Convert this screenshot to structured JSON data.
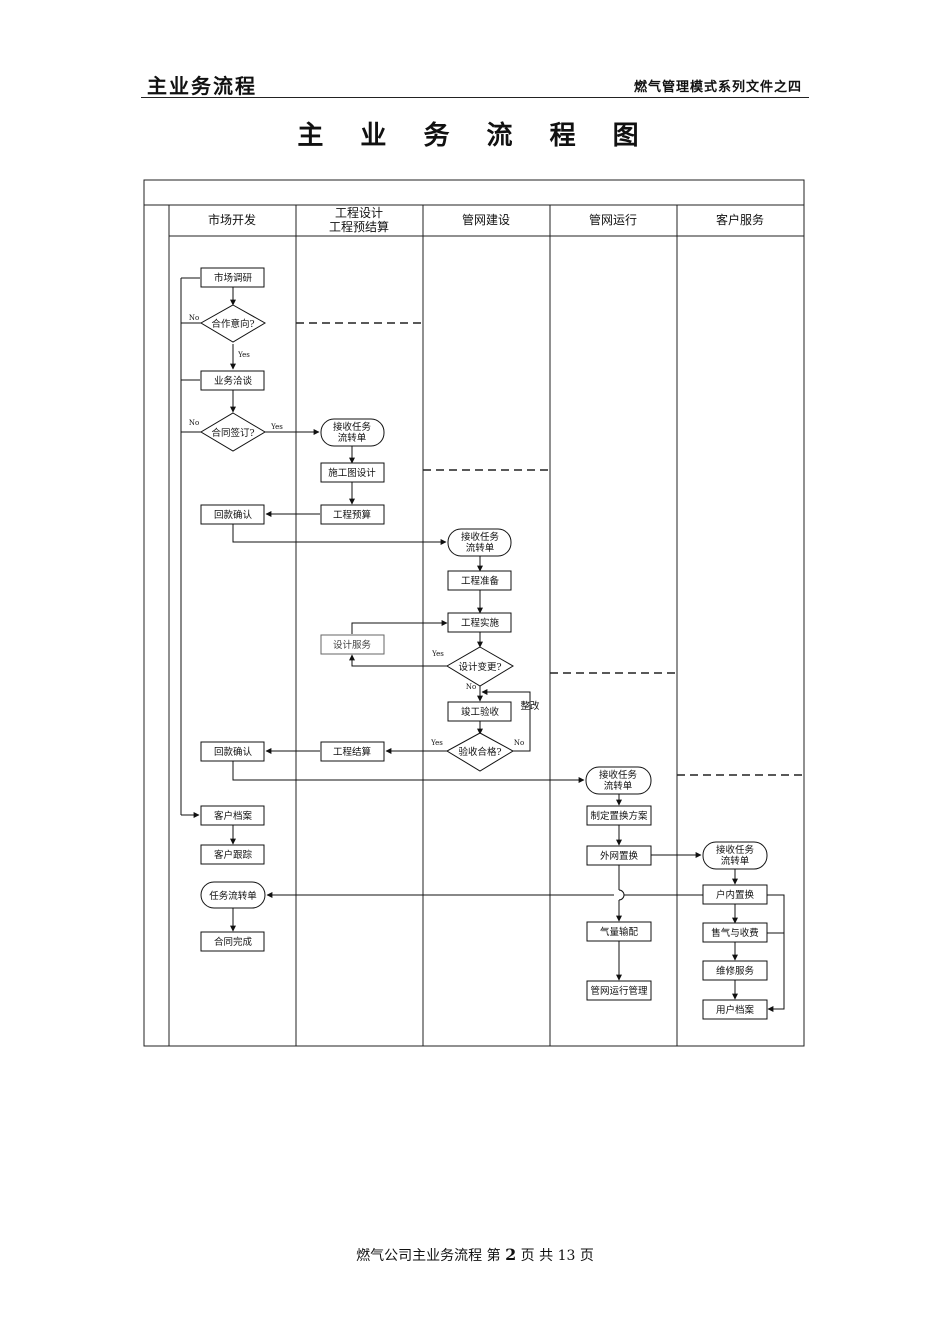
{
  "header": {
    "left_title": "主业务流程",
    "right_title": "燃气管理模式系列文件之四"
  },
  "doc_title": "主 业 务 流 程 图",
  "lanes": {
    "market": "市场开发",
    "design_line1": "工程设计",
    "design_line2": "工程预结算",
    "build": "管网建设",
    "ops": "管网运行",
    "service": "客户服务"
  },
  "nodes": {
    "market_research": "市场调研",
    "coop_intent": "合作意向?",
    "negotiation": "业务洽谈",
    "contract_signed": "合同签订?",
    "recv_task_design_1": "接收任务",
    "recv_task_design_2": "流转单",
    "construction_drawing": "施工图设计",
    "budget": "工程预算",
    "payment_confirm_1": "回款确认",
    "recv_task_build_1": "接收任务",
    "recv_task_build_2": "流转单",
    "eng_prep": "工程准备",
    "eng_impl": "工程实施",
    "design_service": "设计服务",
    "design_change": "设计变更?",
    "completion_accept": "竣工验收",
    "rectify": "整改",
    "accept_ok": "验收合格?",
    "settlement": "工程结算",
    "payment_confirm_2": "回款确认",
    "recv_task_ops_1": "接收任务",
    "recv_task_ops_2": "流转单",
    "replace_plan": "制定置换方案",
    "customer_file": "客户档案",
    "customer_track": "客户跟踪",
    "external_replace": "外网置换",
    "recv_task_svc_1": "接收任务",
    "recv_task_svc_2": "流转单",
    "task_form": "任务流转单",
    "indoor_replace": "户内置换",
    "contract_done": "合同完成",
    "gas_dispatch": "气量输配",
    "gas_sale": "售气与收费",
    "maintenance": "维修服务",
    "pipe_ops_mgmt": "管网运行管理",
    "user_file": "用户档案"
  },
  "edge_labels": {
    "no_1": "No",
    "yes_1": "Yes",
    "no_2": "No",
    "yes_2": "Yes",
    "yes_3": "Yes",
    "no_3": "No",
    "yes_4": "Yes",
    "no_4": "No"
  },
  "footer": {
    "prefix": "燃气公司主业务流程 第",
    "page": "2",
    "middle": "页 共",
    "total": "13",
    "suffix": "页"
  }
}
